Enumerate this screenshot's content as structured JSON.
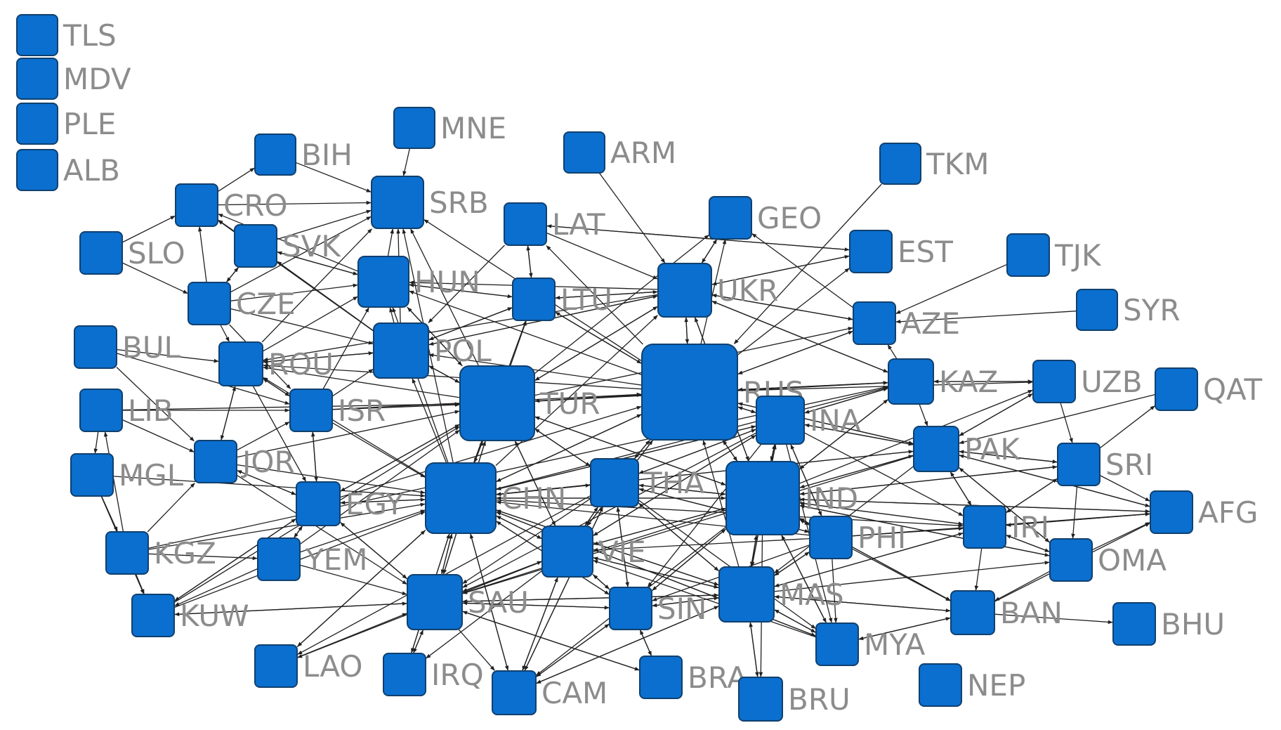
{
  "colors": {
    "node_fill": "#0a6fcf",
    "node_stroke": "#10406e",
    "edge": "#202020",
    "label": "#8c8c8c"
  },
  "nodes": [
    {
      "id": "TLS",
      "label": "TLS"
    },
    {
      "id": "MDV",
      "label": "MDV"
    },
    {
      "id": "PLE",
      "label": "PLE"
    },
    {
      "id": "ALB",
      "label": "ALB"
    },
    {
      "id": "MNE",
      "label": "MNE"
    },
    {
      "id": "BIH",
      "label": "BIH"
    },
    {
      "id": "SRB",
      "label": "SRB"
    },
    {
      "id": "CRO",
      "label": "CRO"
    },
    {
      "id": "ARM",
      "label": "ARM"
    },
    {
      "id": "TKM",
      "label": "TKM"
    },
    {
      "id": "LAT",
      "label": "LAT"
    },
    {
      "id": "GEO",
      "label": "GEO"
    },
    {
      "id": "SLO",
      "label": "SLO"
    },
    {
      "id": "SVK",
      "label": "SVK"
    },
    {
      "id": "EST",
      "label": "EST"
    },
    {
      "id": "TJK",
      "label": "TJK"
    },
    {
      "id": "HUN",
      "label": "HUN"
    },
    {
      "id": "UKR",
      "label": "UKR"
    },
    {
      "id": "CZE",
      "label": "CZE"
    },
    {
      "id": "LTU",
      "label": "LTU"
    },
    {
      "id": "SYR",
      "label": "SYR"
    },
    {
      "id": "AZE",
      "label": "AZE"
    },
    {
      "id": "BUL",
      "label": "BUL"
    },
    {
      "id": "POL",
      "label": "POL"
    },
    {
      "id": "ROU",
      "label": "ROU"
    },
    {
      "id": "RUS",
      "label": "RUS"
    },
    {
      "id": "KAZ",
      "label": "KAZ"
    },
    {
      "id": "UZB",
      "label": "UZB"
    },
    {
      "id": "QAT",
      "label": "QAT"
    },
    {
      "id": "TUR",
      "label": "TUR"
    },
    {
      "id": "LIB",
      "label": "LIB"
    },
    {
      "id": "ISR",
      "label": "ISR"
    },
    {
      "id": "INA",
      "label": "INA"
    },
    {
      "id": "PAK",
      "label": "PAK"
    },
    {
      "id": "SRI",
      "label": "SRI"
    },
    {
      "id": "JOR",
      "label": "JOR"
    },
    {
      "id": "MGL",
      "label": "MGL"
    },
    {
      "id": "CHN",
      "label": "CHN"
    },
    {
      "id": "THA",
      "label": "THA"
    },
    {
      "id": "IND",
      "label": "IND"
    },
    {
      "id": "EGY",
      "label": "EGY"
    },
    {
      "id": "AFG",
      "label": "AFG"
    },
    {
      "id": "IRI",
      "label": "IRI"
    },
    {
      "id": "PHI",
      "label": "PHI"
    },
    {
      "id": "VIE",
      "label": "VIE"
    },
    {
      "id": "KGZ",
      "label": "KGZ"
    },
    {
      "id": "YEM",
      "label": "YEM"
    },
    {
      "id": "OMA",
      "label": "OMA"
    },
    {
      "id": "SAU",
      "label": "SAU"
    },
    {
      "id": "MAS",
      "label": "MAS"
    },
    {
      "id": "KUW",
      "label": "KUW"
    },
    {
      "id": "SIN",
      "label": "SIN"
    },
    {
      "id": "BAN",
      "label": "BAN"
    },
    {
      "id": "BHU",
      "label": "BHU"
    },
    {
      "id": "MYA",
      "label": "MYA"
    },
    {
      "id": "LAO",
      "label": "LAO"
    },
    {
      "id": "IRQ",
      "label": "IRQ"
    },
    {
      "id": "BRA",
      "label": "BRA"
    },
    {
      "id": "NEP",
      "label": "NEP"
    },
    {
      "id": "CAM",
      "label": "CAM"
    },
    {
      "id": "BRU",
      "label": "BRU"
    }
  ],
  "edges": [
    [
      "MNE",
      "SRB"
    ],
    [
      "BIH",
      "SRB"
    ],
    [
      "CRO",
      "SRB"
    ],
    [
      "SVK",
      "SRB"
    ],
    [
      "HUN",
      "SRB"
    ],
    [
      "CZE",
      "SRB"
    ],
    [
      "POL",
      "SRB"
    ],
    [
      "ROU",
      "SRB"
    ],
    [
      "TUR",
      "SRB"
    ],
    [
      "RUS",
      "SRB"
    ],
    [
      "CHN",
      "SRB"
    ],
    [
      "CRO",
      "BIH"
    ],
    [
      "SLO",
      "CRO"
    ],
    [
      "CZE",
      "CRO"
    ],
    [
      "HUN",
      "CRO"
    ],
    [
      "SVK",
      "CRO"
    ],
    [
      "POL",
      "CRO"
    ],
    [
      "CZE",
      "SVK"
    ],
    [
      "SLO",
      "CZE"
    ],
    [
      "SVK",
      "CZE"
    ],
    [
      "HUN",
      "SVK"
    ],
    [
      "POL",
      "SVK"
    ],
    [
      "CZE",
      "HUN"
    ],
    [
      "POL",
      "HUN"
    ],
    [
      "SVK",
      "HUN"
    ],
    [
      "ROU",
      "HUN"
    ],
    [
      "ISR",
      "HUN"
    ],
    [
      "TUR",
      "HUN"
    ],
    [
      "CHN",
      "HUN"
    ],
    [
      "RUS",
      "HUN"
    ],
    [
      "UKR",
      "HUN"
    ],
    [
      "LTU",
      "HUN"
    ],
    [
      "CZE",
      "POL"
    ],
    [
      "ROU",
      "POL"
    ],
    [
      "TUR",
      "POL"
    ],
    [
      "CHN",
      "POL"
    ],
    [
      "RUS",
      "POL"
    ],
    [
      "UKR",
      "POL"
    ],
    [
      "LTU",
      "POL"
    ],
    [
      "LAT",
      "POL"
    ],
    [
      "ISR",
      "POL"
    ],
    [
      "BUL",
      "ROU"
    ],
    [
      "CZE",
      "ROU"
    ],
    [
      "ISR",
      "ROU"
    ],
    [
      "JOR",
      "ROU"
    ],
    [
      "TUR",
      "ROU"
    ],
    [
      "CHN",
      "ROU"
    ],
    [
      "RUS",
      "ROU"
    ],
    [
      "UKR",
      "ROU"
    ],
    [
      "POL",
      "ROU"
    ],
    [
      "LTU",
      "LAT"
    ],
    [
      "EST",
      "LAT"
    ],
    [
      "RUS",
      "LAT"
    ],
    [
      "POL",
      "LTU"
    ],
    [
      "LAT",
      "LTU"
    ],
    [
      "UKR",
      "LTU"
    ],
    [
      "RUS",
      "LTU"
    ],
    [
      "TUR",
      "LTU"
    ],
    [
      "CHN",
      "LTU"
    ],
    [
      "HUN",
      "LTU"
    ],
    [
      "ARM",
      "UKR"
    ],
    [
      "GEO",
      "UKR"
    ],
    [
      "RUS",
      "UKR"
    ],
    [
      "TUR",
      "UKR"
    ],
    [
      "AZE",
      "UKR"
    ],
    [
      "KAZ",
      "UKR"
    ],
    [
      "POL",
      "UKR"
    ],
    [
      "LTU",
      "UKR"
    ],
    [
      "CHN",
      "UKR"
    ],
    [
      "IND",
      "UKR"
    ],
    [
      "LAT",
      "UKR"
    ],
    [
      "EST",
      "UKR"
    ],
    [
      "RUS",
      "GEO"
    ],
    [
      "TUR",
      "GEO"
    ],
    [
      "UKR",
      "GEO"
    ],
    [
      "AZE",
      "GEO"
    ],
    [
      "UKR",
      "EST"
    ],
    [
      "RUS",
      "EST"
    ],
    [
      "LAT",
      "EST"
    ],
    [
      "TKM",
      "RUS"
    ],
    [
      "TJK",
      "AZE"
    ],
    [
      "SYR",
      "AZE"
    ],
    [
      "UKR",
      "AZE"
    ],
    [
      "RUS",
      "AZE"
    ],
    [
      "TUR",
      "AZE"
    ],
    [
      "KAZ",
      "AZE"
    ],
    [
      "UZB",
      "KAZ"
    ],
    [
      "RUS",
      "KAZ"
    ],
    [
      "CHN",
      "KAZ"
    ],
    [
      "TUR",
      "KAZ"
    ],
    [
      "UKR",
      "KAZ"
    ],
    [
      "INA",
      "KAZ"
    ],
    [
      "IND",
      "KAZ"
    ],
    [
      "KGZ",
      "KAZ"
    ],
    [
      "KAZ",
      "UZB"
    ],
    [
      "RUS",
      "UZB"
    ],
    [
      "PAK",
      "UZB"
    ],
    [
      "IND",
      "UZB"
    ],
    [
      "QAT",
      "PAK"
    ],
    [
      "SRI",
      "QAT"
    ],
    [
      "UZB",
      "SRI"
    ],
    [
      "UKR",
      "RUS"
    ],
    [
      "TUR",
      "RUS"
    ],
    [
      "CHN",
      "RUS"
    ],
    [
      "INA",
      "RUS"
    ],
    [
      "IND",
      "RUS"
    ],
    [
      "THA",
      "RUS"
    ],
    [
      "VIE",
      "RUS"
    ],
    [
      "MAS",
      "RUS"
    ],
    [
      "KAZ",
      "RUS"
    ],
    [
      "PAK",
      "RUS"
    ],
    [
      "AZE",
      "RUS"
    ],
    [
      "ISR",
      "RUS"
    ],
    [
      "LTU",
      "RUS"
    ],
    [
      "EGY",
      "RUS"
    ],
    [
      "ISR",
      "TUR"
    ],
    [
      "LIB",
      "TUR"
    ],
    [
      "JOR",
      "TUR"
    ],
    [
      "EGY",
      "TUR"
    ],
    [
      "CHN",
      "TUR"
    ],
    [
      "SAU",
      "TUR"
    ],
    [
      "RUS",
      "TUR"
    ],
    [
      "UKR",
      "TUR"
    ],
    [
      "POL",
      "TUR"
    ],
    [
      "HUN",
      "TUR"
    ],
    [
      "THA",
      "TUR"
    ],
    [
      "VIE",
      "TUR"
    ],
    [
      "IND",
      "TUR"
    ],
    [
      "KUW",
      "TUR"
    ],
    [
      "YEM",
      "TUR"
    ],
    [
      "LIB",
      "ISR"
    ],
    [
      "BUL",
      "ISR"
    ],
    [
      "ROU",
      "ISR"
    ],
    [
      "JOR",
      "ISR"
    ],
    [
      "EGY",
      "ISR"
    ],
    [
      "CZE",
      "ISR"
    ],
    [
      "BUL",
      "JOR"
    ],
    [
      "LIB",
      "JOR"
    ],
    [
      "ROU",
      "JOR"
    ],
    [
      "KGZ",
      "JOR"
    ],
    [
      "EGY",
      "JOR"
    ],
    [
      "ISR",
      "EGY"
    ],
    [
      "JOR",
      "EGY"
    ],
    [
      "ROU",
      "EGY"
    ],
    [
      "YEM",
      "EGY"
    ],
    [
      "KUW",
      "EGY"
    ],
    [
      "SAU",
      "EGY"
    ],
    [
      "CHN",
      "EGY"
    ],
    [
      "TUR",
      "EGY"
    ],
    [
      "EGY",
      "CHN"
    ],
    [
      "TUR",
      "CHN"
    ],
    [
      "THA",
      "CHN"
    ],
    [
      "VIE",
      "CHN"
    ],
    [
      "SAU",
      "CHN"
    ],
    [
      "IND",
      "CHN"
    ],
    [
      "RUS",
      "CHN"
    ],
    [
      "INA",
      "CHN"
    ],
    [
      "MAS",
      "CHN"
    ],
    [
      "SIN",
      "CHN"
    ],
    [
      "PHI",
      "CHN"
    ],
    [
      "IRQ",
      "CHN"
    ],
    [
      "CAM",
      "CHN"
    ],
    [
      "LAO",
      "CHN"
    ],
    [
      "KUW",
      "CHN"
    ],
    [
      "JOR",
      "CHN"
    ],
    [
      "ISR",
      "CHN"
    ],
    [
      "MYA",
      "CHN"
    ],
    [
      "PAK",
      "CHN"
    ],
    [
      "MGL",
      "CHN"
    ],
    [
      "KGZ",
      "CHN"
    ],
    [
      "YEM",
      "CHN"
    ],
    [
      "CHN",
      "THA"
    ],
    [
      "VIE",
      "THA"
    ],
    [
      "IND",
      "THA"
    ],
    [
      "INA",
      "THA"
    ],
    [
      "MAS",
      "THA"
    ],
    [
      "RUS",
      "THA"
    ],
    [
      "TUR",
      "THA"
    ],
    [
      "SIN",
      "THA"
    ],
    [
      "PHI",
      "THA"
    ],
    [
      "CAM",
      "THA"
    ],
    [
      "CHN",
      "VIE"
    ],
    [
      "THA",
      "VIE"
    ],
    [
      "IND",
      "VIE"
    ],
    [
      "INA",
      "VIE"
    ],
    [
      "MAS",
      "VIE"
    ],
    [
      "SIN",
      "VIE"
    ],
    [
      "SAU",
      "VIE"
    ],
    [
      "RUS",
      "VIE"
    ],
    [
      "TUR",
      "VIE"
    ],
    [
      "PHI",
      "VIE"
    ],
    [
      "CAM",
      "VIE"
    ],
    [
      "MYA",
      "VIE"
    ],
    [
      "RUS",
      "INA"
    ],
    [
      "THA",
      "INA"
    ],
    [
      "IND",
      "INA"
    ],
    [
      "MAS",
      "INA"
    ],
    [
      "VIE",
      "INA"
    ],
    [
      "CHN",
      "INA"
    ],
    [
      "PAK",
      "INA"
    ],
    [
      "KAZ",
      "INA"
    ],
    [
      "PHI",
      "INA"
    ],
    [
      "RUS",
      "IND"
    ],
    [
      "CHN",
      "IND"
    ],
    [
      "THA",
      "IND"
    ],
    [
      "INA",
      "IND"
    ],
    [
      "PAK",
      "IND"
    ],
    [
      "SRI",
      "IND"
    ],
    [
      "IRI",
      "IND"
    ],
    [
      "PHI",
      "IND"
    ],
    [
      "MAS",
      "IND"
    ],
    [
      "BAN",
      "IND"
    ],
    [
      "KAZ",
      "IND"
    ],
    [
      "VIE",
      "IND"
    ],
    [
      "AFG",
      "IND"
    ],
    [
      "OMA",
      "IND"
    ],
    [
      "TUR",
      "IND"
    ],
    [
      "UKR",
      "IND"
    ],
    [
      "MYA",
      "IND"
    ],
    [
      "SIN",
      "IND"
    ],
    [
      "PAK",
      "SRI"
    ],
    [
      "IND",
      "SRI"
    ],
    [
      "IRI",
      "SRI"
    ],
    [
      "KAZ",
      "PAK"
    ],
    [
      "IND",
      "PAK"
    ],
    [
      "SRI",
      "PAK"
    ],
    [
      "IRI",
      "PAK"
    ],
    [
      "AFG",
      "PAK"
    ],
    [
      "CHN",
      "PAK"
    ],
    [
      "UZB",
      "PAK"
    ],
    [
      "RUS",
      "PAK"
    ],
    [
      "INA",
      "PAK"
    ],
    [
      "OMA",
      "PAK"
    ],
    [
      "SRI",
      "AFG"
    ],
    [
      "PAK",
      "AFG"
    ],
    [
      "IRI",
      "AFG"
    ],
    [
      "IND",
      "AFG"
    ],
    [
      "OMA",
      "AFG"
    ],
    [
      "BAN",
      "AFG"
    ],
    [
      "PHI",
      "AFG"
    ],
    [
      "PAK",
      "IRI"
    ],
    [
      "IND",
      "IRI"
    ],
    [
      "SRI",
      "IRI"
    ],
    [
      "AFG",
      "IRI"
    ],
    [
      "OMA",
      "IRI"
    ],
    [
      "PHI",
      "IRI"
    ],
    [
      "CHN",
      "IRI"
    ],
    [
      "INA",
      "IRI"
    ],
    [
      "MAS",
      "IRI"
    ],
    [
      "IND",
      "PHI"
    ],
    [
      "THA",
      "PHI"
    ],
    [
      "MAS",
      "PHI"
    ],
    [
      "INA",
      "PHI"
    ],
    [
      "IRI",
      "OMA"
    ],
    [
      "PAK",
      "OMA"
    ],
    [
      "IND",
      "OMA"
    ],
    [
      "MAS",
      "OMA"
    ],
    [
      "SRI",
      "OMA"
    ],
    [
      "IND",
      "MAS"
    ],
    [
      "THA",
      "MAS"
    ],
    [
      "CHN",
      "MAS"
    ],
    [
      "INA",
      "MAS"
    ],
    [
      "VIE",
      "MAS"
    ],
    [
      "SIN",
      "MAS"
    ],
    [
      "PHI",
      "MAS"
    ],
    [
      "BRU",
      "MAS"
    ],
    [
      "MYA",
      "MAS"
    ],
    [
      "BAN",
      "MAS"
    ],
    [
      "SAU",
      "MAS"
    ],
    [
      "CAM",
      "MAS"
    ],
    [
      "PAK",
      "MAS"
    ],
    [
      "IRI",
      "MAS"
    ],
    [
      "MAS",
      "BAN"
    ],
    [
      "IND",
      "BAN"
    ],
    [
      "PHI",
      "BAN"
    ],
    [
      "MYA",
      "BAN"
    ],
    [
      "IRI",
      "BAN"
    ],
    [
      "OMA",
      "BAN"
    ],
    [
      "BAN",
      "BHU"
    ],
    [
      "MAS",
      "MYA"
    ],
    [
      "IND",
      "MYA"
    ],
    [
      "THA",
      "MYA"
    ],
    [
      "CHN",
      "MYA"
    ],
    [
      "PHI",
      "MYA"
    ],
    [
      "BAN",
      "MYA"
    ],
    [
      "INA",
      "MYA"
    ],
    [
      "MAS",
      "SIN"
    ],
    [
      "THA",
      "SIN"
    ],
    [
      "CHN",
      "SIN"
    ],
    [
      "VIE",
      "SIN"
    ],
    [
      "IND",
      "SIN"
    ],
    [
      "INA",
      "SIN"
    ],
    [
      "SAU",
      "SIN"
    ],
    [
      "BRA",
      "SIN"
    ],
    [
      "CAM",
      "SIN"
    ],
    [
      "PHI",
      "SIN"
    ],
    [
      "CHN",
      "SAU"
    ],
    [
      "TUR",
      "SAU"
    ],
    [
      "EGY",
      "SAU"
    ],
    [
      "KUW",
      "SAU"
    ],
    [
      "YEM",
      "SAU"
    ],
    [
      "JOR",
      "SAU"
    ],
    [
      "VIE",
      "SAU"
    ],
    [
      "MAS",
      "SAU"
    ],
    [
      "IRQ",
      "SAU"
    ],
    [
      "IND",
      "SAU"
    ],
    [
      "INA",
      "SAU"
    ],
    [
      "THA",
      "SAU"
    ],
    [
      "LAO",
      "SAU"
    ],
    [
      "SIN",
      "SAU"
    ],
    [
      "PAK",
      "SAU"
    ],
    [
      "BRA",
      "SAU"
    ],
    [
      "MGL",
      "KUW"
    ],
    [
      "KGZ",
      "KUW"
    ],
    [
      "SAU",
      "KUW"
    ],
    [
      "EGY",
      "KUW"
    ],
    [
      "YEM",
      "KUW"
    ],
    [
      "MGL",
      "KGZ"
    ],
    [
      "LIB",
      "MGL"
    ],
    [
      "KGZ",
      "LIB"
    ],
    [
      "SAU",
      "IRQ"
    ],
    [
      "CHN",
      "IRQ"
    ],
    [
      "VIE",
      "IRQ"
    ],
    [
      "SAU",
      "CAM"
    ],
    [
      "VIE",
      "CAM"
    ],
    [
      "THA",
      "CAM"
    ],
    [
      "CHN",
      "CAM"
    ],
    [
      "SIN",
      "CAM"
    ],
    [
      "MAS",
      "CAM"
    ],
    [
      "IND",
      "CAM"
    ],
    [
      "SIN",
      "BRA"
    ],
    [
      "SAU",
      "BRA"
    ],
    [
      "MAS",
      "BRU"
    ],
    [
      "IND",
      "BRU"
    ],
    [
      "VIE",
      "LAO"
    ],
    [
      "CHN",
      "LAO"
    ],
    [
      "THA",
      "LAO"
    ],
    [
      "EGY",
      "YEM"
    ],
    [
      "KGZ",
      "YEM"
    ]
  ]
}
